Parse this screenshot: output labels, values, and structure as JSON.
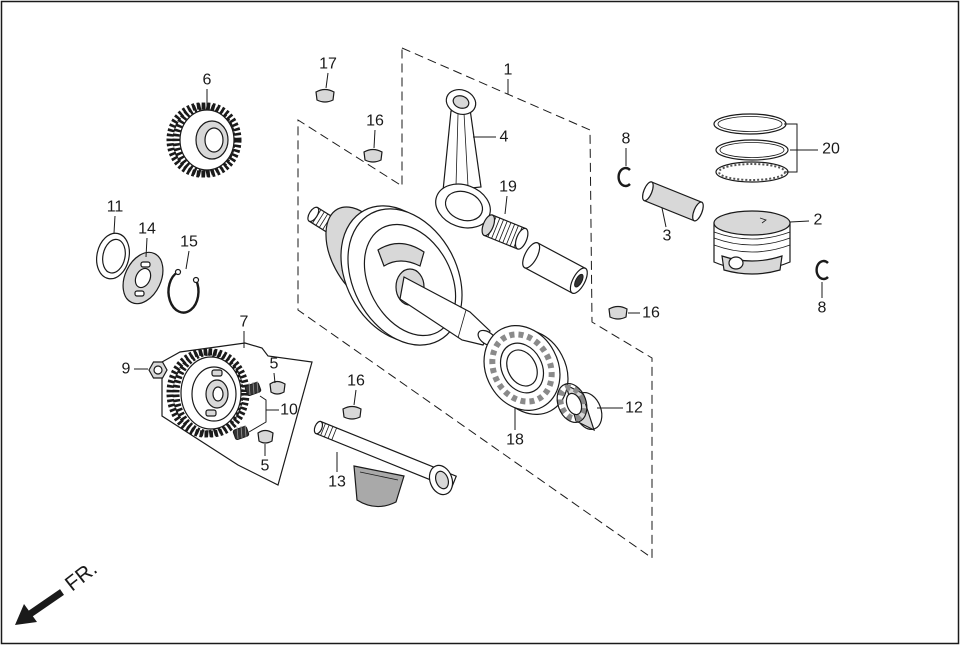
{
  "diagram": {
    "callouts": [
      "17",
      "16",
      "1",
      "4",
      "6",
      "8",
      "20",
      "19",
      "3",
      "2",
      "11",
      "14",
      "15",
      "7",
      "9",
      "5",
      "10",
      "16",
      "16",
      "13",
      "18",
      "12",
      "5",
      "8"
    ],
    "direction_label": "FR."
  }
}
